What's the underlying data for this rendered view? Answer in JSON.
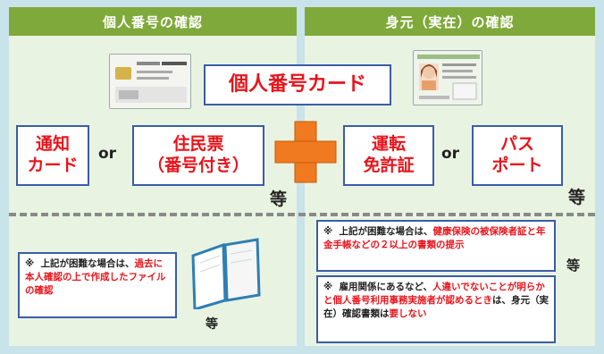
{
  "left": {
    "header": "個人番号の確認",
    "main_card_label": "個人番号カード",
    "option_a": [
      "通知",
      "カード"
    ],
    "or_label": "or",
    "option_b": [
      "住民票",
      "（番号付き）"
    ],
    "etc_label": "等",
    "note": {
      "mark": "※",
      "text_before": "上記が困難な場合は、",
      "text_highlight": "過去に本人確認の上で作成したファイルの確認"
    },
    "bottom_etc": "等"
  },
  "right": {
    "header": "身元（実在）の確認",
    "option_a": [
      "運転",
      "免許証"
    ],
    "or_label": "or",
    "option_b": [
      "パス",
      "ポート"
    ],
    "etc_label": "等",
    "note1": {
      "mark": "※",
      "text_before": "上記が困難な場合は、",
      "text_highlight": "健康保険の被保険者証と年金手帳などの２以上の書類の提示"
    },
    "note2": {
      "mark": "※",
      "text_before": "雇用関係にあるなど、",
      "text_highlight": "人違いでないことが明らかと個人番号利用事務実施者が認めるとき",
      "text_after": "は、身元（実在）確認書類は",
      "text_end_highlight": "要しない"
    },
    "bottom_etc": "等"
  },
  "colors": {
    "header_green": "#7fa93a",
    "panel_bg": "#e9f3e1",
    "outer_bg": "#c9e3ea",
    "accent_red": "#e8141b",
    "border_blue": "#3a5da8",
    "plus_orange": "#f07a1f"
  }
}
